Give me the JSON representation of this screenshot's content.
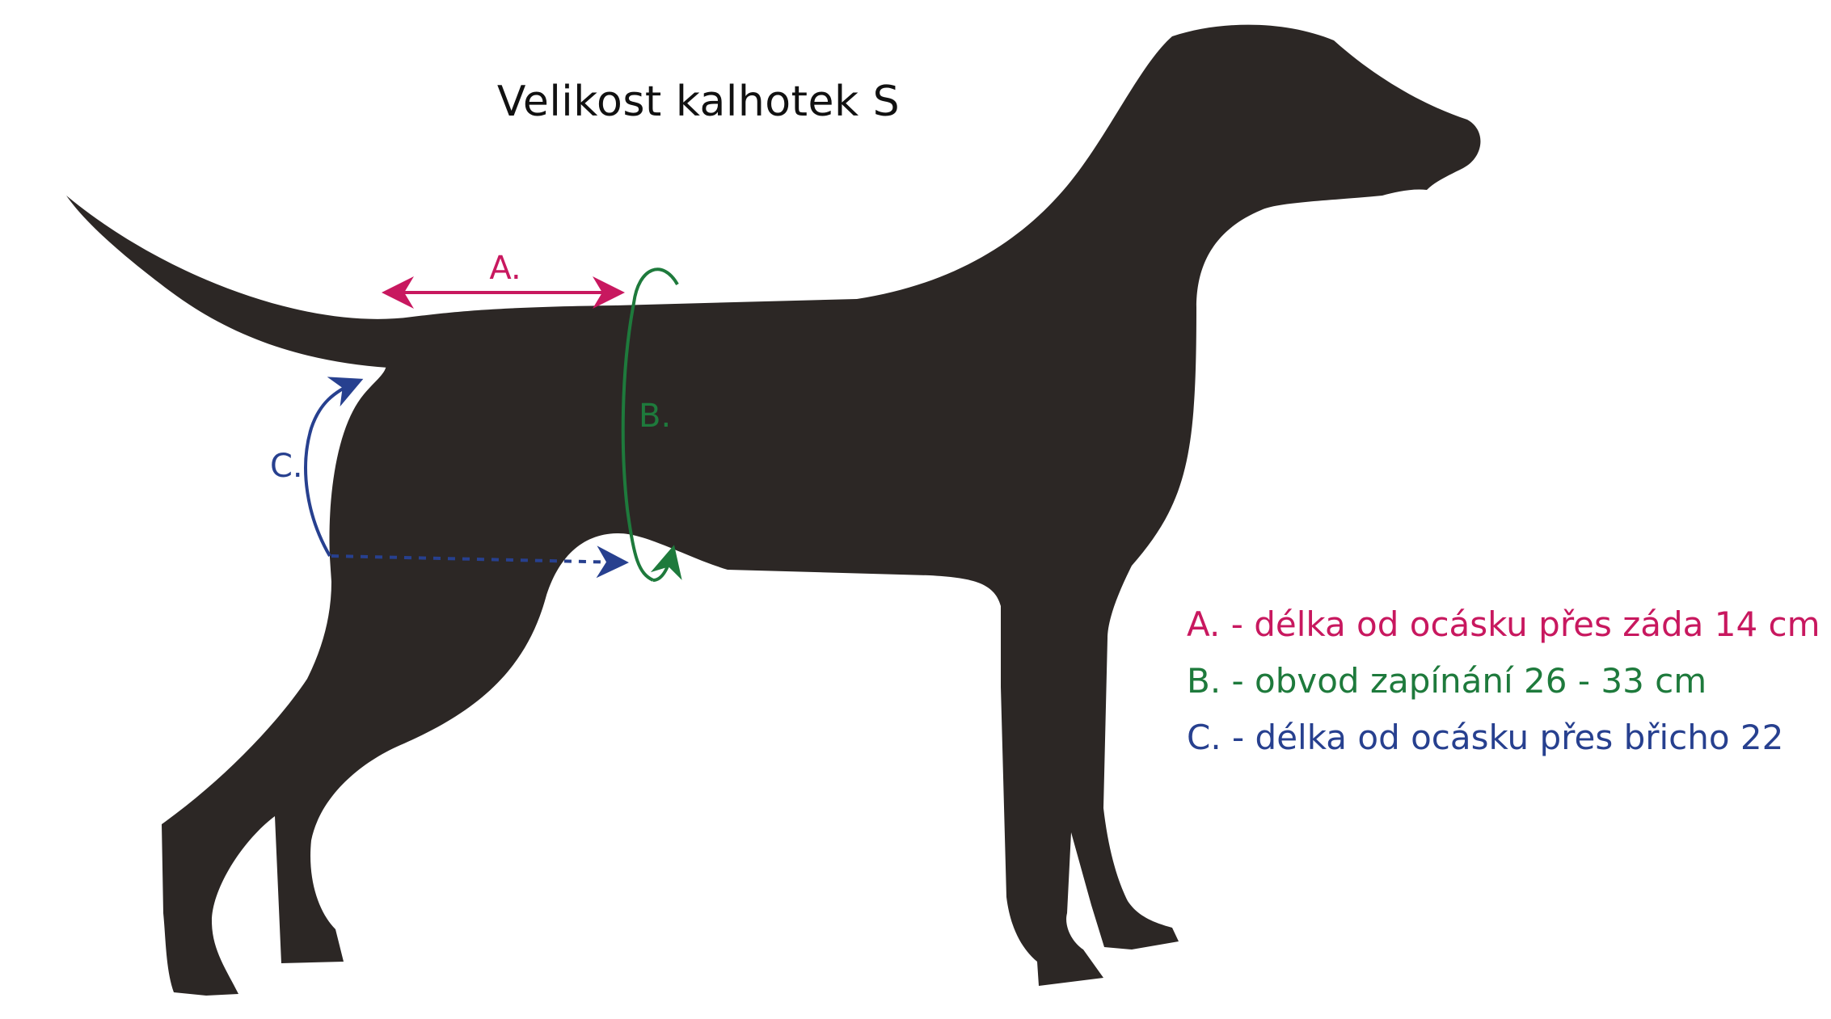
{
  "title": "Velikost kalhotek S",
  "colors": {
    "dog": "#2c2725",
    "measure_a": "#c8185f",
    "measure_b": "#1e7a3c",
    "measure_c": "#27408f"
  },
  "labels": {
    "a": "A.",
    "b": "B.",
    "c": "C."
  },
  "legend": {
    "a": "A. - délka od ocásku přes záda 14 cm",
    "b": "B. - obvod zapínání 26 - 33 cm",
    "c": "C. - délka od ocásku přes břicho 22"
  }
}
